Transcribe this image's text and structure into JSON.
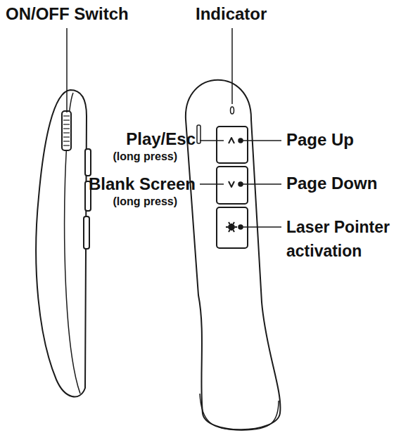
{
  "diagram": {
    "labels": [
      "ON/OFF Switch",
      "Indicator",
      "Play/Esc",
      "(long press)",
      "Page Up",
      "Blank Screen",
      "(long press)",
      "Page Down",
      "Laser Pointer activation"
    ]
  }
}
